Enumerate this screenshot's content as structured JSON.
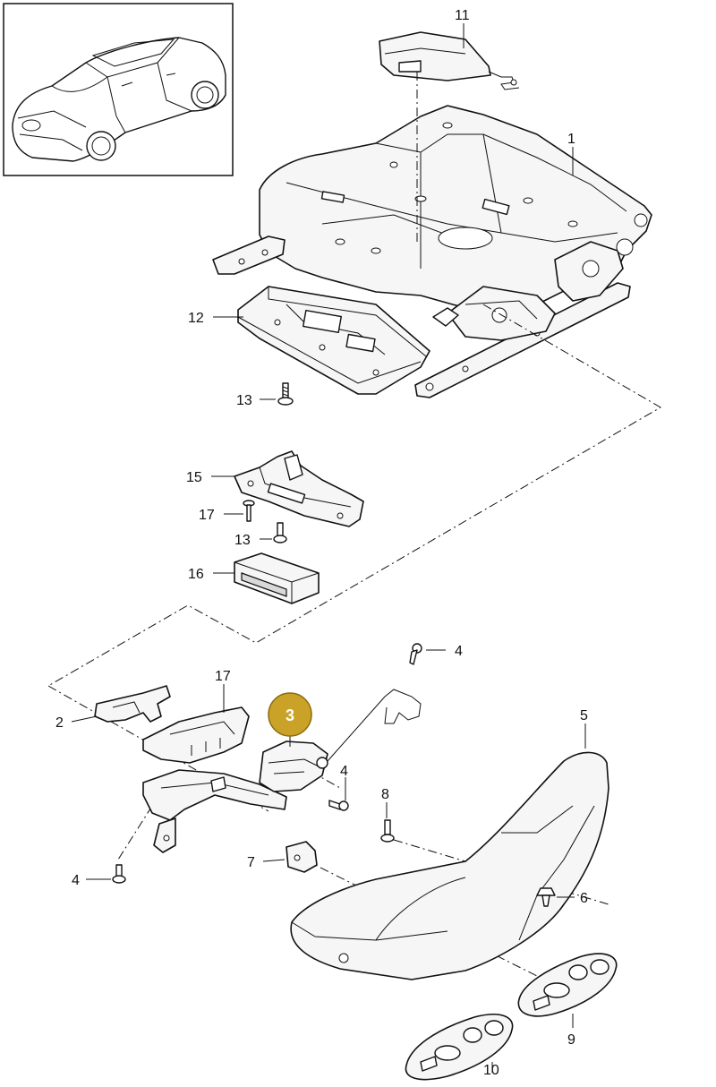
{
  "labels": {
    "l1": "1",
    "l2": "2",
    "l3": "3",
    "l4a": "4",
    "l4b": "4",
    "l4c": "4",
    "l5": "5",
    "l6": "6",
    "l7": "7",
    "l8": "8",
    "l9": "9",
    "l10": "10",
    "l11": "11",
    "l12": "12",
    "l13a": "13",
    "l13b": "13",
    "l15": "15",
    "l16": "16",
    "l17a": "17",
    "l17b": "17"
  },
  "colors": {
    "highlight_fill": "#c9a227",
    "highlight_text": "#ffffff",
    "line": "#111111"
  }
}
